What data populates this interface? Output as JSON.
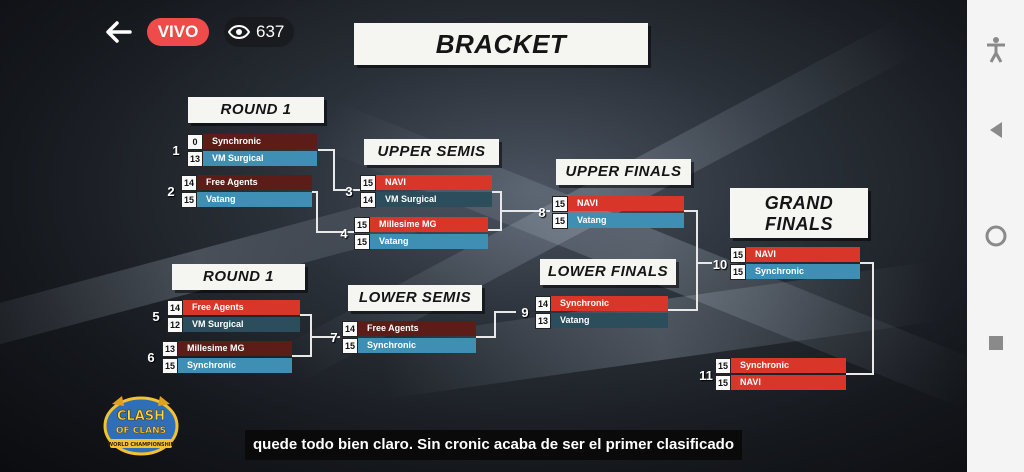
{
  "top": {
    "live": "VIVO",
    "viewers": "637"
  },
  "titles": {
    "bracket": "BRACKET",
    "round1a": "ROUND 1",
    "round1b": "ROUND 1",
    "upper_semis": "UPPER SEMIS",
    "lower_semis": "LOWER SEMIS",
    "upper_finals": "UPPER FINALS",
    "lower_finals": "LOWER FINALS",
    "grand_finals_1": "GRAND",
    "grand_finals_2": "FINALS"
  },
  "matches": [
    {
      "num": "1",
      "t1": {
        "score": "0",
        "name": "Synchronic"
      },
      "t2": {
        "score": "13",
        "name": "VM Surgical"
      }
    },
    {
      "num": "2",
      "t1": {
        "score": "14",
        "name": "Free Agents"
      },
      "t2": {
        "score": "15",
        "name": "Vatang"
      }
    },
    {
      "num": "3",
      "t1": {
        "score": "15",
        "name": "NAVI"
      },
      "t2": {
        "score": "14",
        "name": "VM Surgical"
      }
    },
    {
      "num": "4",
      "t1": {
        "score": "15",
        "name": "Millesime MG"
      },
      "t2": {
        "score": "15",
        "name": "Vatang"
      }
    },
    {
      "num": "5",
      "t1": {
        "score": "14",
        "name": "Free Agents"
      },
      "t2": {
        "score": "12",
        "name": "VM Surgical"
      }
    },
    {
      "num": "6",
      "t1": {
        "score": "13",
        "name": "Millesime MG"
      },
      "t2": {
        "score": "15",
        "name": "Synchronic"
      }
    },
    {
      "num": "7",
      "t1": {
        "score": "14",
        "name": "Free Agents"
      },
      "t2": {
        "score": "15",
        "name": "Synchronic"
      }
    },
    {
      "num": "8",
      "t1": {
        "score": "15",
        "name": "NAVI"
      },
      "t2": {
        "score": "15",
        "name": "Vatang"
      }
    },
    {
      "num": "9",
      "t1": {
        "score": "14",
        "name": "Synchronic"
      },
      "t2": {
        "score": "13",
        "name": "Vatang"
      }
    },
    {
      "num": "10",
      "t1": {
        "score": "15",
        "name": "NAVI"
      },
      "t2": {
        "score": "15",
        "name": "Synchronic"
      }
    },
    {
      "num": "11",
      "t1": {
        "score": "15",
        "name": "Synchronic"
      },
      "t2": {
        "score": "15",
        "name": "NAVI"
      }
    }
  ],
  "logo": {
    "line1": "CLASH",
    "line2": "OF CLANS",
    "line3": "WORLD CHAMPIONSHIP"
  },
  "caption": "quede todo bien claro. Sin cronic acaba de ser el primer clasificado",
  "colors": {
    "live": "#ef4b4b",
    "winner_red": "#d9362a",
    "winner_blue": "#3f8fb5"
  },
  "nav": [
    "accessibility-icon",
    "back-triangle-icon",
    "home-circle-icon",
    "recents-square-icon"
  ]
}
